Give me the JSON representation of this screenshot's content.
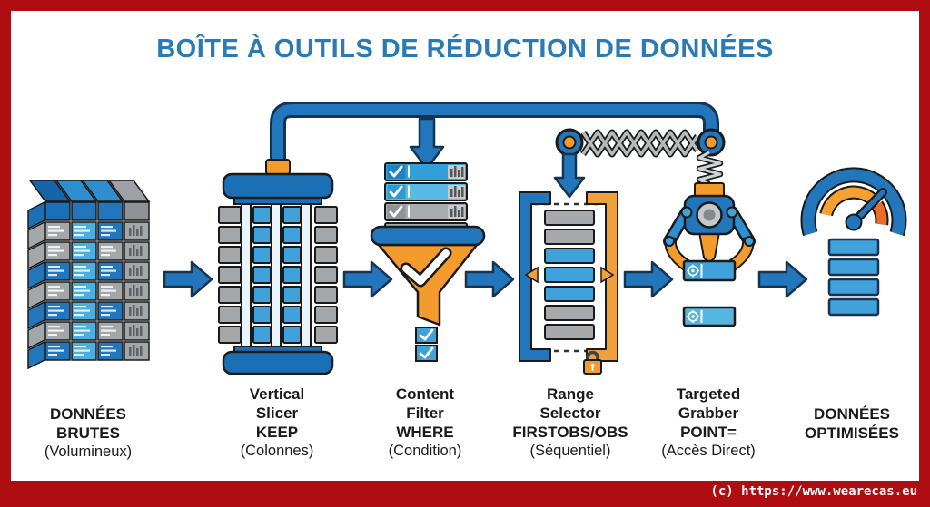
{
  "title": "BOÎTE À OUTILS DE RÉDUCTION DE DONNÉES",
  "footer": {
    "copyright": "(c) https://www.wearecas.eu"
  },
  "palette": {
    "frame_red": "#B00D12",
    "title_blue": "#2B7AB8",
    "primary_blue": "#2176BC",
    "light_blue": "#4AAFE0",
    "mid_blue": "#3FA2DB",
    "dark_blue": "#1B6FB5",
    "gray": "#A4A7AA",
    "orange": "#F49B2E",
    "outline_dark": "#1A1A1A",
    "text_black": "#1A1A1A",
    "white": "#FFFFFF"
  },
  "stages": [
    {
      "name": "raw-data",
      "icon": "data-cube-stack-icon",
      "lines": [
        "DONNÉES",
        "BRUTES"
      ],
      "sublabel": "(Volumineux)"
    },
    {
      "name": "vertical-slicer",
      "icon": "vertical-slicer-icon",
      "lines": [
        "Vertical",
        "Slicer",
        "KEEP"
      ],
      "sublabel": "(Colonnes)"
    },
    {
      "name": "content-filter",
      "icon": "funnel-filter-icon",
      "lines": [
        "Content",
        "Filter",
        "WHERE"
      ],
      "sublabel": "(Condition)"
    },
    {
      "name": "range-selector",
      "icon": "bracket-selector-icon",
      "lines": [
        "Range",
        "Selector",
        "FIRSTOBS/OBS"
      ],
      "sublabel": "(Séquentiel)"
    },
    {
      "name": "targeted-grabber",
      "icon": "claw-grabber-icon",
      "lines": [
        "Targeted",
        "Grabber",
        "POINT="
      ],
      "sublabel": "(Accès Direct)"
    },
    {
      "name": "optimized-data",
      "icon": "gauge-icon",
      "lines": [
        "DONNÉES",
        "OPTIMISÉES"
      ],
      "sublabel": ""
    }
  ]
}
